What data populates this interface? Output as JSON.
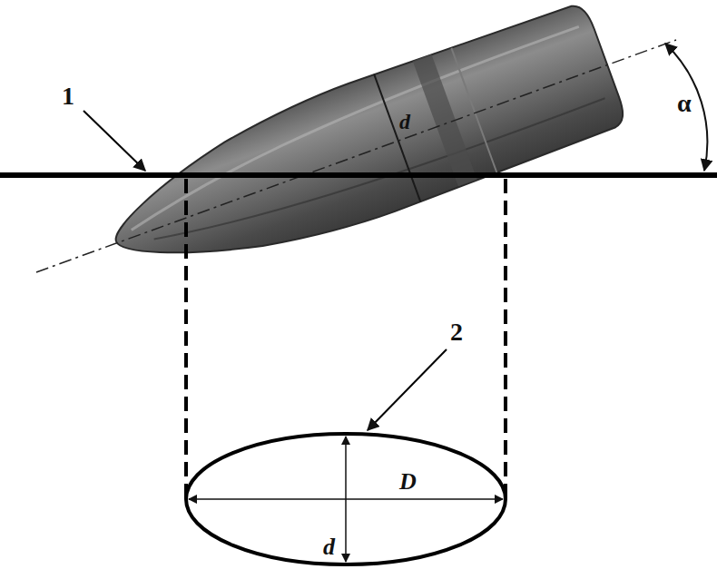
{
  "diagram": {
    "labels": [
      "1",
      "α",
      "d",
      "2",
      "D",
      "d"
    ]
  }
}
